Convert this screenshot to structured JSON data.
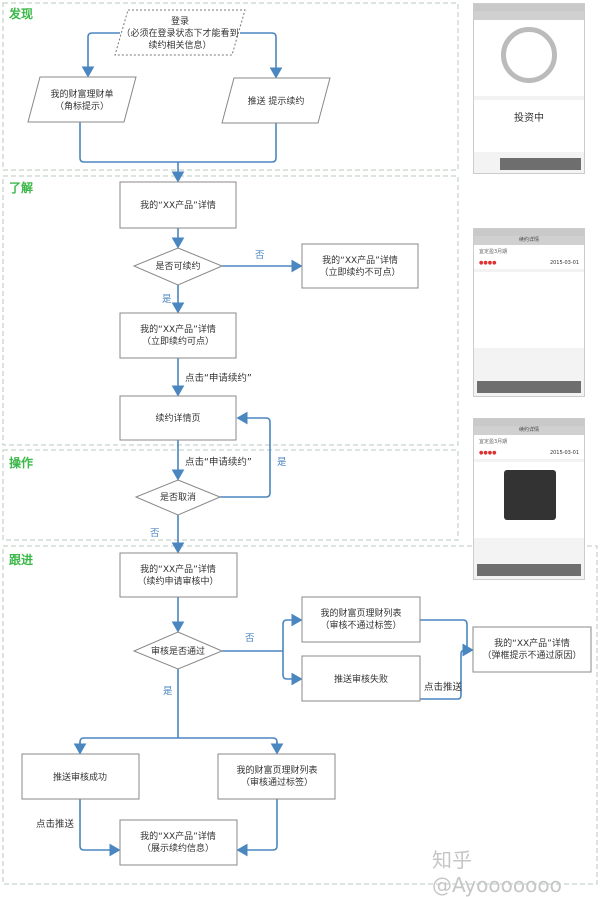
{
  "sections": {
    "discover": "发现",
    "understand": "了解",
    "operate": "操作",
    "follow": "跟进"
  },
  "nodes": {
    "login": [
      "登录",
      "（必须在登录状态下才能看到",
      "续约相关信息）"
    ],
    "wealth_list": [
      "我的财富理财单",
      "（角标提示）"
    ],
    "push_hint": [
      "推送 提示续约"
    ],
    "detail": [
      "我的“XX产品”详情"
    ],
    "can_renew": [
      "是否可续约"
    ],
    "detail_disabled": [
      "我的“XX产品”详情",
      "（立即续约不可点）"
    ],
    "detail_enabled": [
      "我的“XX产品”详情",
      "（立即续约可点）"
    ],
    "renew_page": [
      "续约详情页"
    ],
    "cancel": [
      "是否取消"
    ],
    "detail_review": [
      "我的“XX产品”详情",
      "（续约申请审核中）"
    ],
    "review_pass": [
      "审核是否通过"
    ],
    "list_fail": [
      "我的财富页理财列表",
      "（审核不通过标签）"
    ],
    "push_fail": [
      "推送审核失败"
    ],
    "detail_popup": [
      "我的“XX产品”详情",
      "（弹框提示不通过原因）"
    ],
    "push_success": [
      "推送审核成功"
    ],
    "list_pass": [
      "我的财富页理财列表",
      "（审核通过标签）"
    ],
    "detail_info": [
      "我的“XX产品”详情",
      "（展示续约信息）"
    ]
  },
  "edges": {
    "no": "否",
    "yes": "是",
    "click_apply": "点击“申请续约”",
    "click_push": "点击推送"
  },
  "phones": {
    "p1_status": "投资中",
    "p2_title": "续约详情",
    "p2_product": "宜定盈3月期",
    "p2_date": "2015-03-01",
    "p3_title": "续约详情",
    "p3_product": "宜定盈3月期",
    "p3_date": "2015-03-01"
  },
  "watermark": "知乎 @Ayooooooo",
  "colors": {
    "line": "#4a86c0",
    "section_label": "#3db84a"
  }
}
